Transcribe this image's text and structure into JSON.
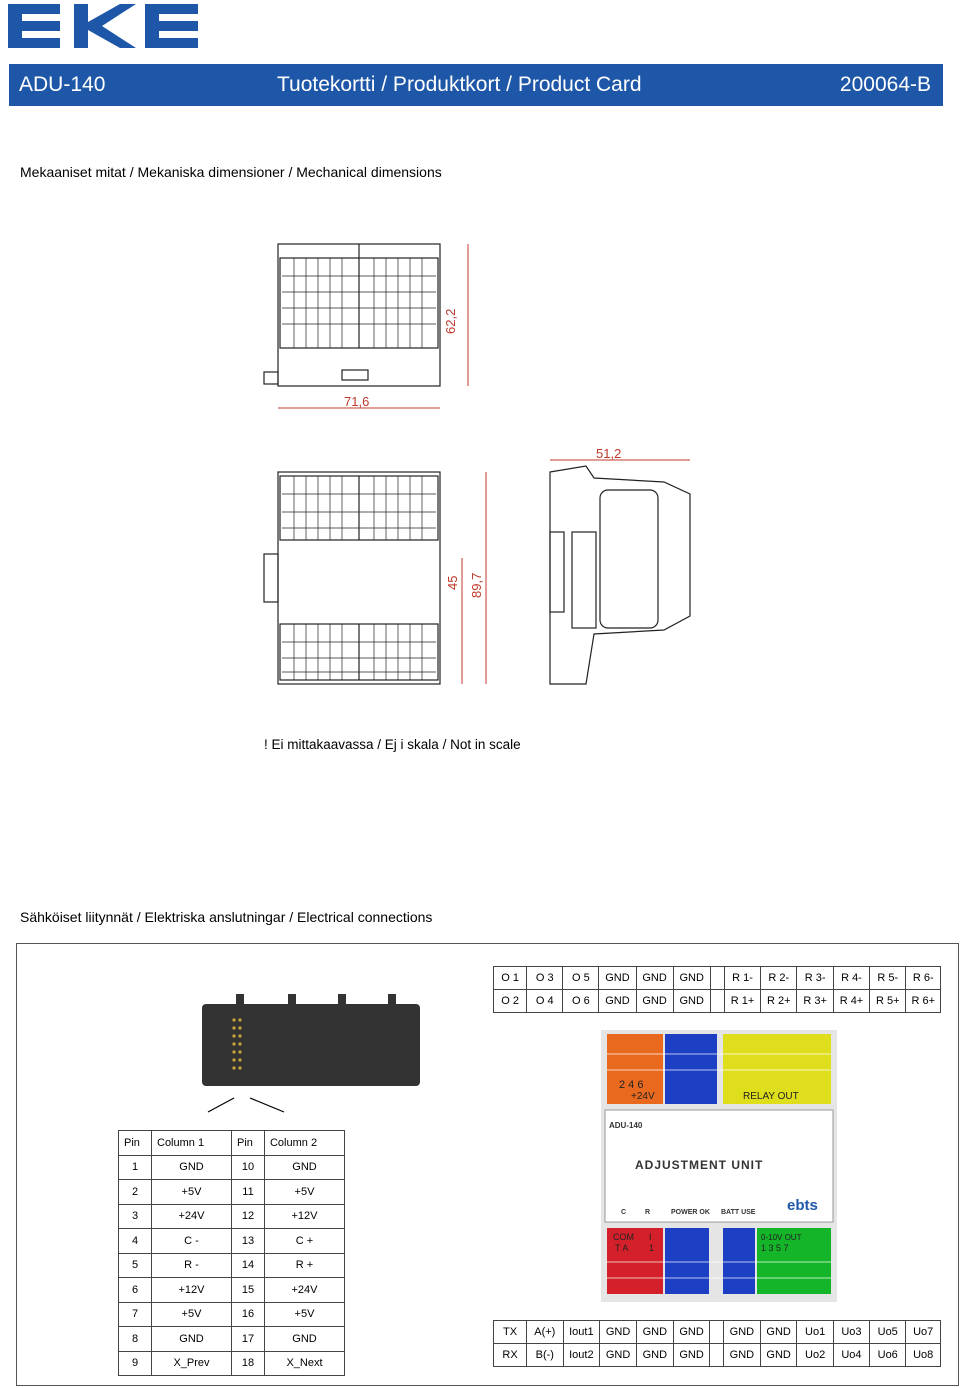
{
  "logo": {
    "text": "EKE"
  },
  "header": {
    "model": "ADU-140",
    "title": "Tuotekortti / Produktkort / Product Card",
    "code": "200064-B"
  },
  "mechanical": {
    "heading": "Mekaaniset mitat / Mekaniska dimensioner / Mechanical dimensions",
    "dims": {
      "width": "71,6",
      "height_top": "62,2",
      "depth": "51,2",
      "h45": "45",
      "h897": "89,7"
    },
    "note": "! Ei mittakaavassa / Ej i skala / Not in scale"
  },
  "electrical": {
    "heading": "Sähköiset liitynnät / Elektriska anslutningar / Electrical connections",
    "output_table": [
      [
        "O 1",
        "O 3",
        "O 5",
        "GND",
        "GND",
        "GND",
        "",
        "R 1-",
        "R 2-",
        "R 3-",
        "R 4-",
        "R 5-",
        "R 6-"
      ],
      [
        "O 2",
        "O 4",
        "O 6",
        "GND",
        "GND",
        "GND",
        "",
        "R 1+",
        "R 2+",
        "R 3+",
        "R 4+",
        "R 5+",
        "R 6+"
      ]
    ],
    "pin_table": {
      "headers": [
        "Pin",
        "Column 1",
        "Pin",
        "Column 2"
      ],
      "rows": [
        [
          "1",
          "GND",
          "10",
          "GND"
        ],
        [
          "2",
          "+5V",
          "11",
          "+5V"
        ],
        [
          "3",
          "+24V",
          "12",
          "+12V"
        ],
        [
          "4",
          "C -",
          "13",
          "C +"
        ],
        [
          "5",
          "R -",
          "14",
          "R +"
        ],
        [
          "6",
          "+12V",
          "15",
          "+24V"
        ],
        [
          "7",
          "+5V",
          "16",
          "+5V"
        ],
        [
          "8",
          "GND",
          "17",
          "GND"
        ],
        [
          "9",
          "X_Prev",
          "18",
          "X_Next"
        ]
      ]
    },
    "io_table": [
      [
        "TX",
        "A(+)",
        "Iout1",
        "GND",
        "GND",
        "GND",
        "",
        "GND",
        "GND",
        "Uo1",
        "Uo3",
        "Uo5",
        "Uo7"
      ],
      [
        "RX",
        "B(-)",
        "Iout2",
        "GND",
        "GND",
        "GND",
        "",
        "GND",
        "GND",
        "Uo2",
        "Uo4",
        "Uo6",
        "Uo8"
      ]
    ]
  },
  "module": {
    "model": "ADU-140",
    "name": "ADJUSTMENT UNIT",
    "brand": "ebts",
    "leds": [
      "C",
      "R",
      "POWER OK",
      "BATT USE"
    ],
    "top_labels": {
      "left": "2 4 6",
      "left2": "+24V",
      "right": "RELAY OUT"
    },
    "bottom_labels": {
      "com": "COM",
      "ta": "T A",
      "i": "I",
      "i1": "1",
      "out": "0-10V OUT",
      "out_nums": "1 3 5 7"
    }
  },
  "colors": {
    "brand_blue": "#1f57a8",
    "orange": "#e96a1f",
    "blue": "#1c3fc4",
    "yellow": "#dede1c",
    "red": "#d3202a",
    "green": "#15b52a"
  }
}
